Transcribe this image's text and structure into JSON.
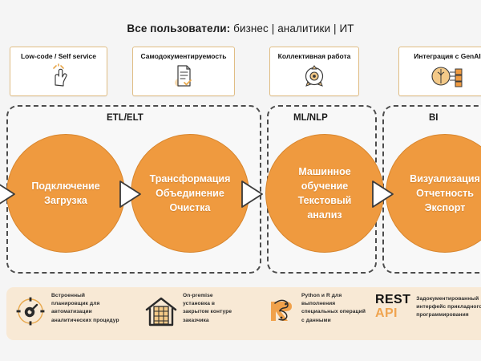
{
  "header": {
    "strong": "Все пользователи:",
    "rest": " бизнес | аналитики | ИТ"
  },
  "feature_cards": [
    {
      "label": "Low-code / Self service",
      "icon": "pointer-hand-icon"
    },
    {
      "label": "Самодокументируемость",
      "icon": "document-icon"
    },
    {
      "label": "Коллективная работа",
      "icon": "collaboration-gear-icon"
    },
    {
      "label": "Интеграция с GenAI",
      "icon": "genai-brain-icon"
    }
  ],
  "stages": [
    {
      "label": "ETL/ELT"
    },
    {
      "label": "ML/NLP"
    },
    {
      "label": "BI"
    }
  ],
  "pipeline": [
    {
      "text": "Подключение\nЗагрузка"
    },
    {
      "text": "Трансформация\nОбъединение\nОчистка"
    },
    {
      "text": "Машинное\nобучение\nТекстовый\nанализ"
    },
    {
      "text": "Визуализация\nОтчетность\nЭкспорт"
    }
  ],
  "bottom_features": [
    {
      "icon": "scheduler-target-icon",
      "text": "Встроенный\nпланировщик для\nавтоматизации\nаналитических процедур"
    },
    {
      "icon": "on-premise-house-server-icon",
      "text": "On-premise\nустановка в\nзакрытом контуре\nзаказчика"
    },
    {
      "icon": "r-python-icon",
      "text": "Python и R для\nвыполнения\nспециальных операций\nс данными"
    },
    {
      "icon": "rest-api-logo",
      "logo_top": "REST",
      "logo_bottom": "API",
      "text": "Задокументированный\nинтерфейс прикладного\nпрограммирования"
    }
  ],
  "colors": {
    "orange": "#ef9a3f",
    "orange_dark": "#d8862e",
    "card_border": "#e0bd84",
    "bottom_bar": "#f8e9d5",
    "dashed": "#4d4d4d",
    "background": "#f5f5f5"
  }
}
